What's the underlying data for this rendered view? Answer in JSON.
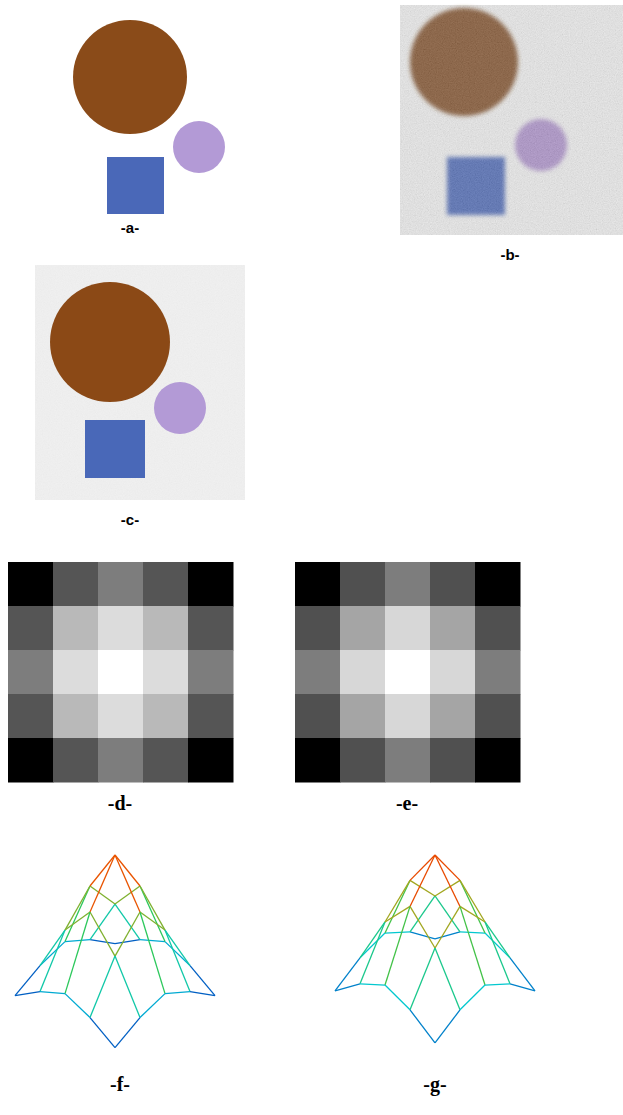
{
  "diagram": {
    "labels": [
      "-a-",
      "-b-",
      "-c-",
      "-d-",
      "-e-",
      "-f-",
      "-g-"
    ]
  }
}
